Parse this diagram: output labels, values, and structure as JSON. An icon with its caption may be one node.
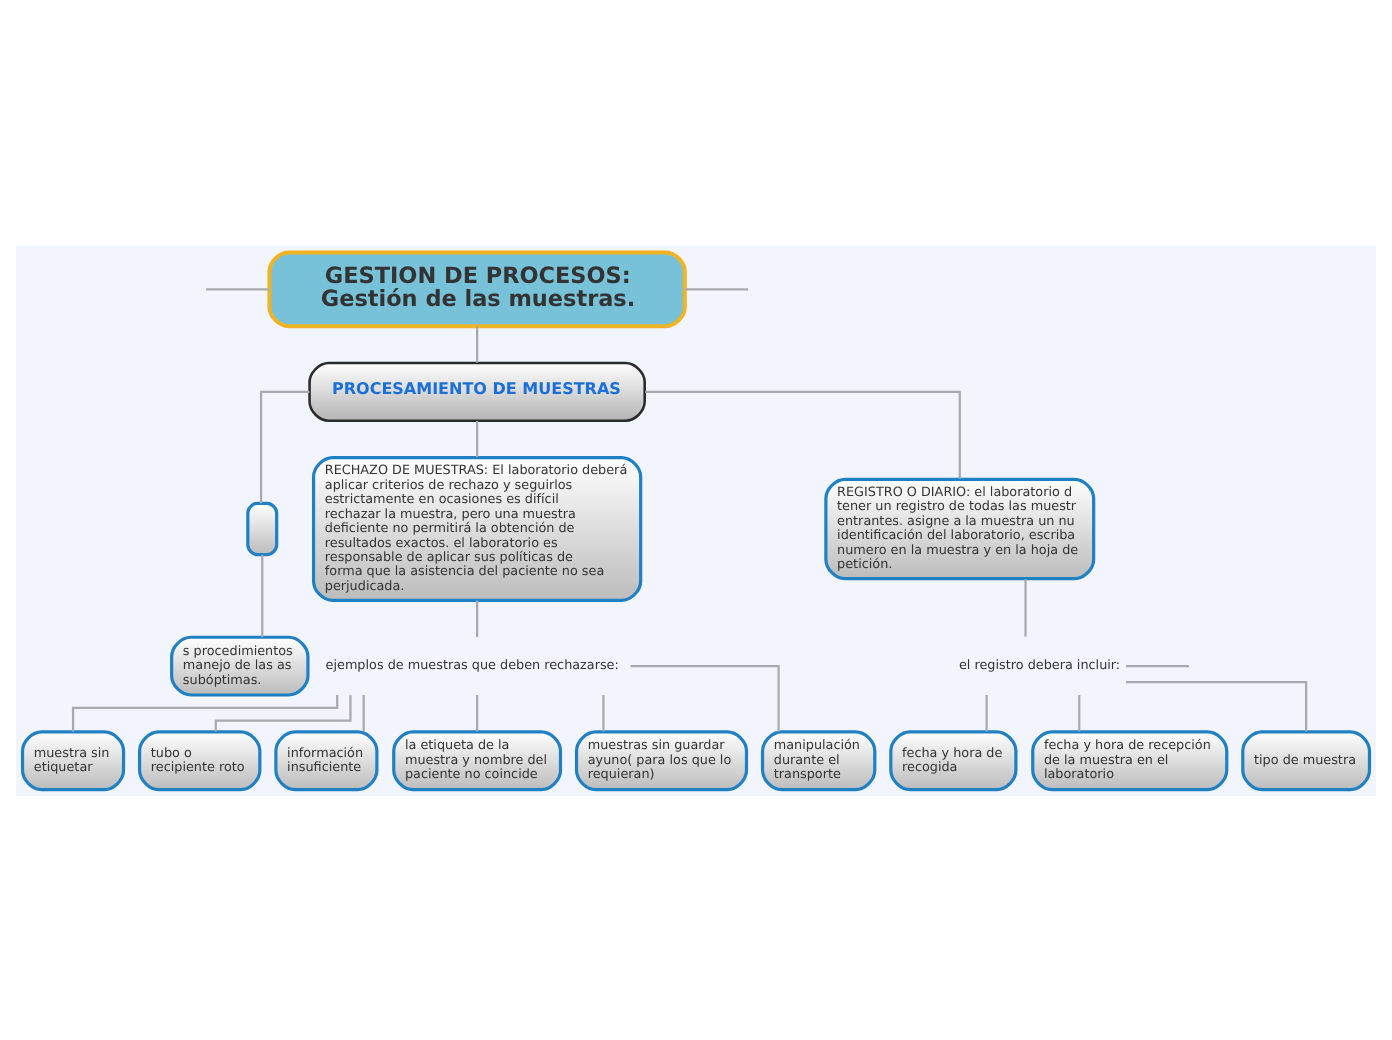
{
  "diagram": {
    "nodes": [
      {
        "text": [
          "GESTION DE PROCESOS: Gestión de las muestras."
        ]
      },
      {
        "text": [
          "PROCESAMIENTO DE MUESTRAS"
        ]
      },
      {
        "text": [],
        "shape": "box"
      },
      {
        "text": [
          "RECHAZO DE MUESTRAS: El laboratorio deberá aplicar criterios de rechazo y seguirlos estrictamente en ocasiones es difícil rechazar la muestra, pero una muestra deficiente no permitirá la obtención de resultados exactos. el laboratorio es responsable de aplicar sus políticas de forma que la asistencia del paciente no sea perjudicada."
        ]
      },
      {
        "text": [
          "REGISTRO O DIARIO: el laboratorio d tener un registro de todas las muestr entrantes. asigne a la muestra un nu identificación del laboratorio, escriba numero en la muestra y en la hoja de petición."
        ]
      },
      {
        "text": [
          "s procedimientos manejo de las as subóptimas."
        ]
      },
      {
        "text": [
          "ejemplos de muestras que deben rechazarse:"
        ]
      },
      {
        "text": [
          "el registro debera incluir:"
        ]
      },
      {
        "text": [
          "muestra sin etiquetar"
        ]
      },
      {
        "text": [
          "tubo o recipiente roto"
        ]
      },
      {
        "text": [
          "información insuficiente"
        ]
      },
      {
        "text": [
          "la etiqueta de la muestra y nombre del paciente no coincide"
        ]
      },
      {
        "text": [
          "muestras sin guardar ayuno( para los que lo requieran)"
        ]
      },
      {
        "text": [
          "manipulación durante el transporte"
        ]
      },
      {
        "text": [
          "fecha y hora de recogida"
        ]
      },
      {
        "text": [
          "fecha y hora de recepción de la muestra en el laboratorio"
        ]
      },
      {
        "text": [
          "tipo de muestra"
        ]
      }
    ],
    "edges": [
      {
        "from": 0,
        "to": null,
        "arrow": "none"
      },
      {
        "from": 0,
        "to": 1,
        "arrow": "none"
      },
      {
        "from": 0,
        "to": null,
        "arrow": "none"
      },
      {
        "from": 1,
        "to": 2,
        "arrow": "none"
      },
      {
        "from": 1,
        "to": 3,
        "arrow": "none"
      },
      {
        "from": 1,
        "to": 4,
        "arrow": "none"
      },
      {
        "from": 2,
        "to": 5,
        "arrow": "none"
      },
      {
        "from": 3,
        "to": 6,
        "arrow": "none"
      },
      {
        "from": 4,
        "to": 7,
        "arrow": "none"
      },
      {
        "from": 6,
        "to": 8,
        "arrow": "none"
      },
      {
        "from": 6,
        "to": 9,
        "arrow": "none"
      },
      {
        "from": 6,
        "to": 10,
        "arrow": "none"
      },
      {
        "from": 6,
        "to": 11,
        "arrow": "none"
      },
      {
        "from": 6,
        "to": 12,
        "arrow": "none"
      },
      {
        "from": 6,
        "to": 13,
        "arrow": "none"
      },
      {
        "from": 7,
        "to": 14,
        "arrow": "none"
      },
      {
        "from": 7,
        "to": 15,
        "arrow": "none"
      },
      {
        "from": 7,
        "to": 16,
        "arrow": "none"
      },
      {
        "from": 7,
        "to": null,
        "arrow": "none"
      }
    ]
  }
}
